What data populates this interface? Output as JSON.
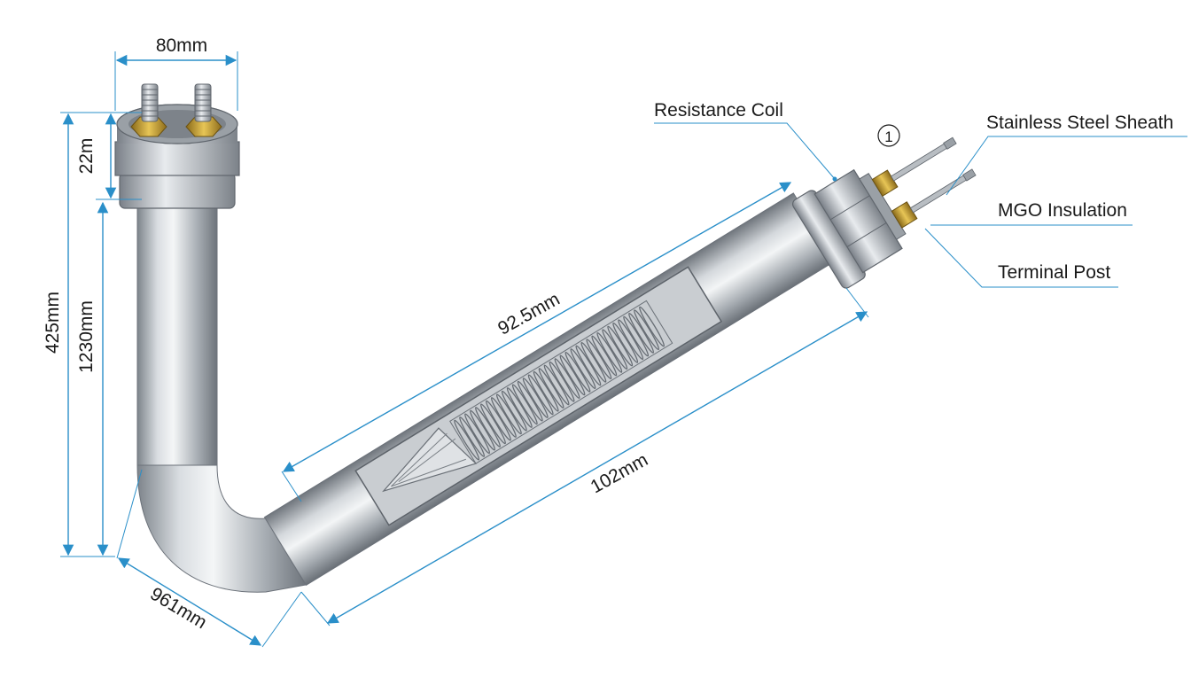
{
  "dimensions": {
    "top_width": "80mm",
    "cap_height": "22m",
    "total_height": "425mm",
    "pipe_height": "1230mm",
    "diag_upper": "92.5mm",
    "diag_lower": "102mm",
    "bend": "961mm"
  },
  "callouts": {
    "resistance_coil": "Resistance Coil",
    "stainless_sheath": "Stainless Steel Sheath",
    "mgo_insulation": "MGO Insulation",
    "terminal_post": "Terminal Post",
    "marker": "1"
  },
  "colors": {
    "dimension_line": "#2a8fc9",
    "steel": "#b9bec4",
    "brass": "#c9a233"
  }
}
